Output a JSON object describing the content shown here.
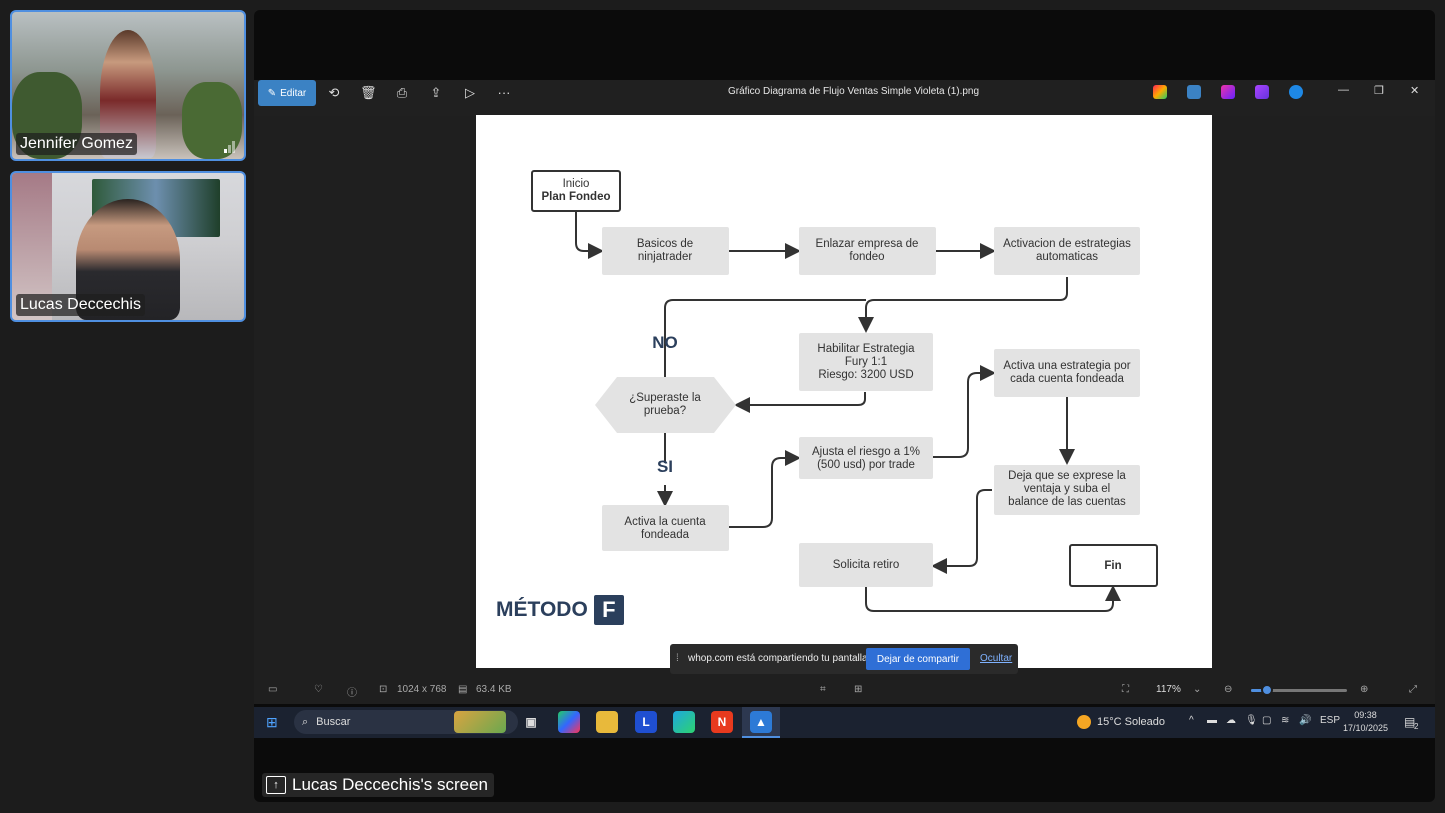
{
  "participants": [
    {
      "name": "Jennifer Gomez"
    },
    {
      "name": "Lucas Deccechis"
    }
  ],
  "viewer": {
    "edit_label": "Editar",
    "window_title": "Gráfico Diagrama de Flujo Ventas Simple Violeta  (1).png",
    "toolbar_icons": [
      "rotate-icon",
      "delete-icon",
      "print-icon",
      "share-icon",
      "slideshow-icon",
      "more-icon"
    ],
    "more_label": "···"
  },
  "flowchart": {
    "inicio_line1": "Inicio",
    "inicio_line2": "Plan Fondeo",
    "basicos_1": "Basicos de",
    "basicos_2": "ninjatrader",
    "enlazar_1": "Enlazar empresa de",
    "enlazar_2": "fondeo",
    "activacion_1": "Activacion de estrategias",
    "activacion_2": "automaticas",
    "no_label": "NO",
    "habilitar_1": "Habilitar Estrategia",
    "habilitar_2": "Fury 1:1",
    "habilitar_3": "Riesgo: 3200 USD",
    "superaste_1": "¿Superaste la",
    "superaste_2": "prueba?",
    "activa_una_1": "Activa una estrategia por",
    "activa_una_2": "cada cuenta fondeada",
    "si_label": "SI",
    "ajusta_1": "Ajusta el riesgo a 1%",
    "ajusta_2": "(500 usd) por trade",
    "deja_1": "Deja que se exprese la",
    "deja_2": "ventaja y suba el",
    "deja_3": "balance de las cuentas",
    "activa_cuenta_1": "Activa la cuenta",
    "activa_cuenta_2": "fondeada",
    "solicita": "Solicita retiro",
    "fin": "Fin",
    "brand": "MÉTODO",
    "brand_letter": "F"
  },
  "share_bar": {
    "text": "whop.com está compartiendo tu pantalla.",
    "stop_label": "Dejar de compartir",
    "hide_label": "Ocultar"
  },
  "status": {
    "dimensions": "1024 x 768",
    "size": "63.4 KB",
    "zoom": "117%",
    "zoom_fraction": 0.17
  },
  "taskbar": {
    "search_placeholder": "Buscar",
    "weather": "15°C  Soleado",
    "language": "ESP",
    "time": "09:38",
    "date": "17/10/2025",
    "notifications": "2"
  },
  "screen_label": "Lucas Deccechis's screen",
  "colors": {
    "accent": "#3b82c4",
    "box_fill": "#e3e3e3",
    "brand": "#2b3f5c"
  }
}
